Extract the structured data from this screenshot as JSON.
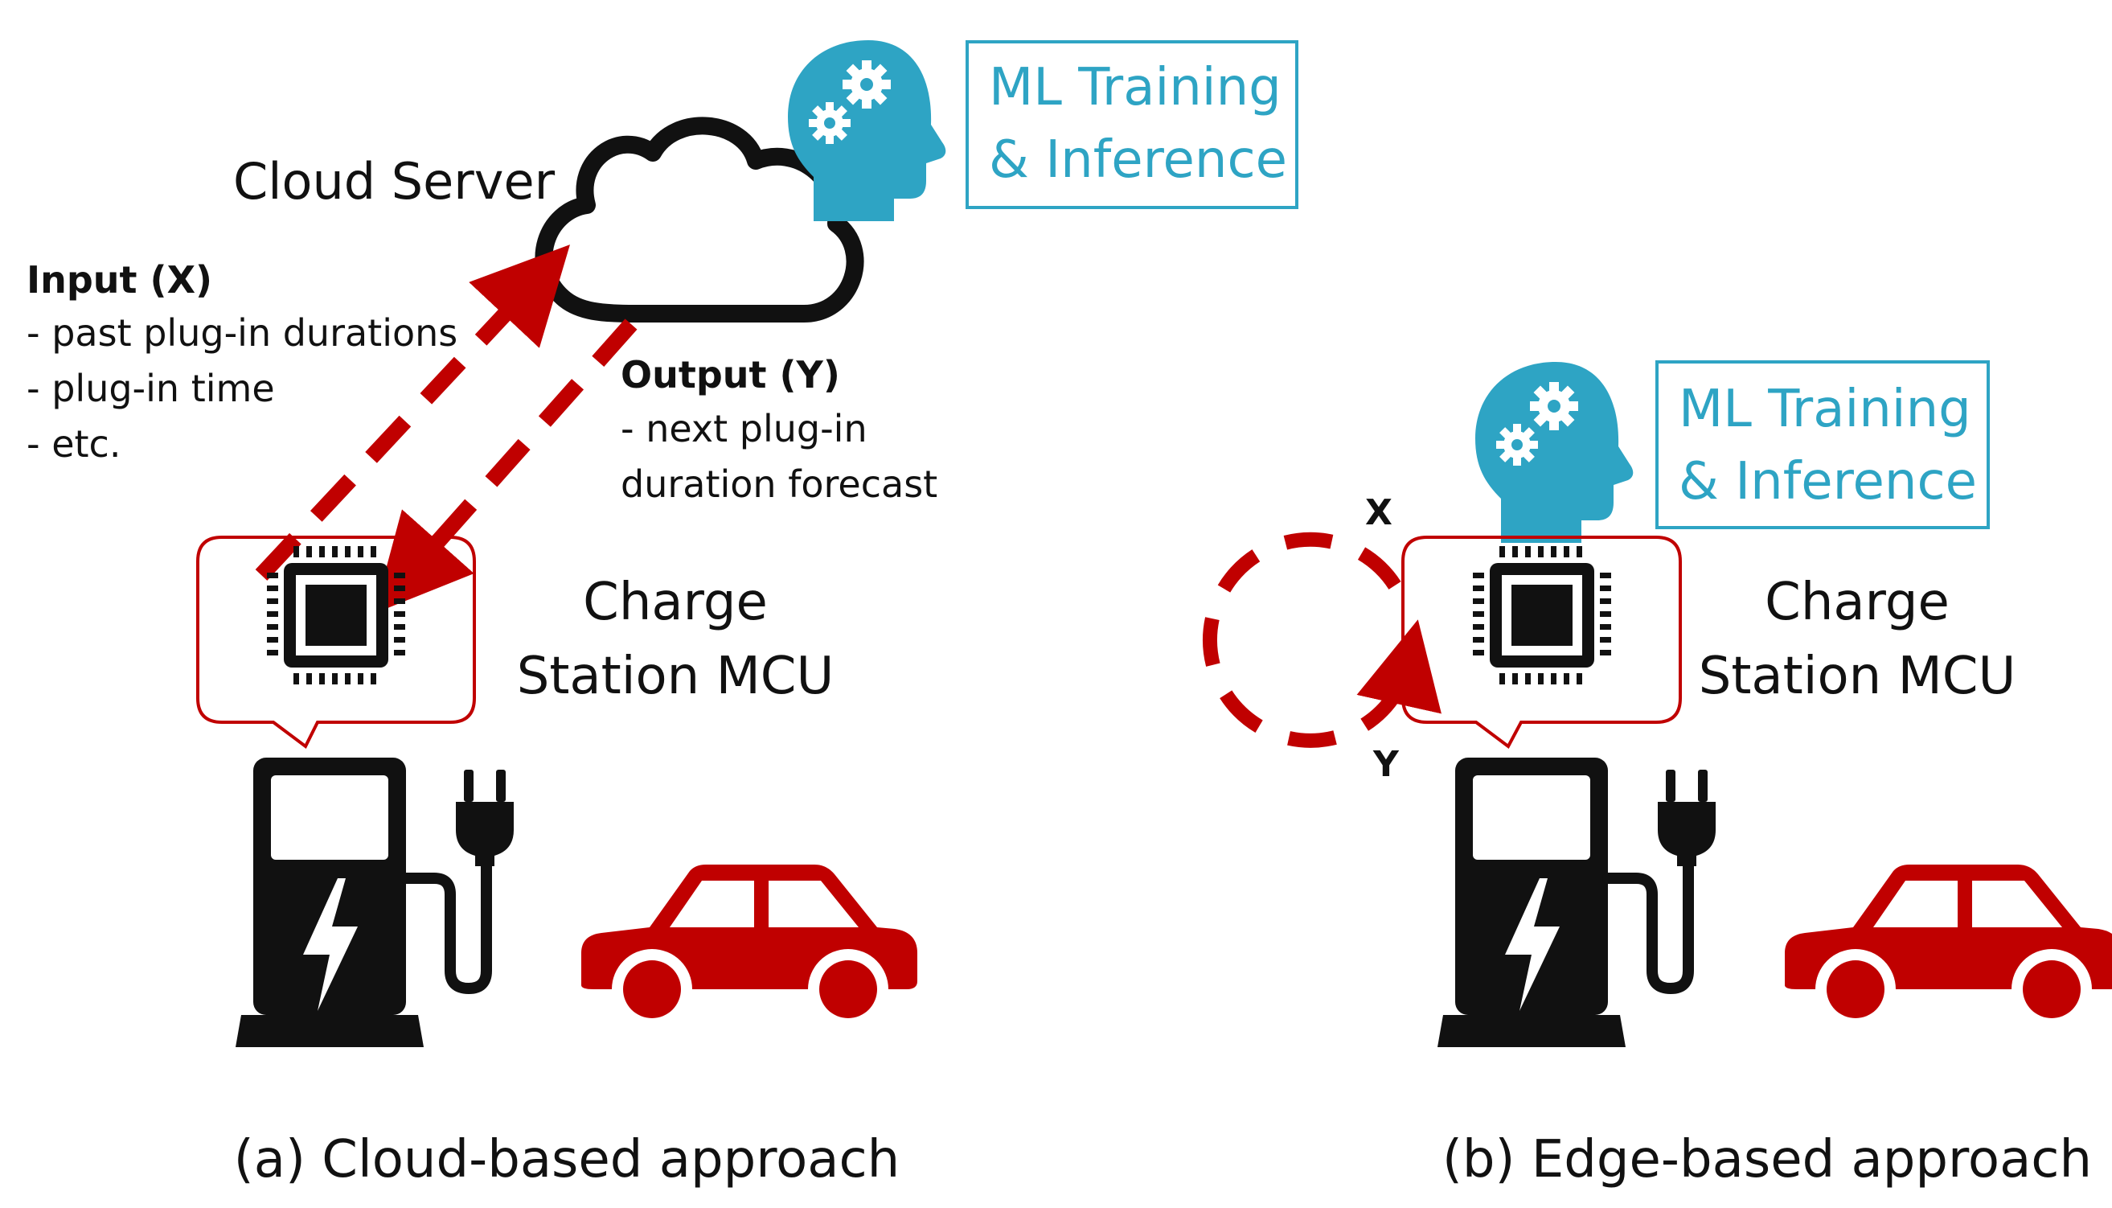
{
  "panel_a": {
    "cloud_label": "Cloud Server",
    "ml_box": {
      "line1": "ML Training",
      "line2": "& Inference"
    },
    "input": {
      "title": "Input (X)",
      "items": [
        "- past plug-in durations",
        "- plug-in time",
        "- etc."
      ]
    },
    "output": {
      "title": "Output (Y)",
      "items": [
        "- next plug-in",
        "duration forecast"
      ]
    },
    "mcu_label": {
      "line1": "Charge",
      "line2": "Station MCU"
    },
    "caption": "(a) Cloud-based approach"
  },
  "panel_b": {
    "ml_box": {
      "line1": "ML Training",
      "line2": "& Inference"
    },
    "loop_x": "X",
    "loop_y": "Y",
    "mcu_label": {
      "line1": "Charge",
      "line2": "Station MCU"
    },
    "caption": "(b) Edge-based approach"
  },
  "colors": {
    "accent_red": "#c00000",
    "teal": "#2ea4c4",
    "black": "#111111"
  },
  "icons": [
    "cloud-icon",
    "brain-gear-head-icon",
    "microchip-icon",
    "charging-station-icon",
    "plug-icon",
    "car-icon"
  ]
}
